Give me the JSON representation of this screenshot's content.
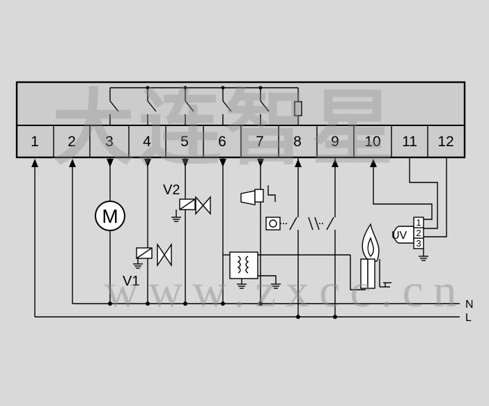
{
  "diagram": {
    "terminals": [
      "1",
      "2",
      "3",
      "4",
      "5",
      "6",
      "7",
      "8",
      "9",
      "10",
      "11",
      "12"
    ],
    "uv_pins": [
      "1",
      "2",
      "3"
    ],
    "labels": {
      "motor": "M",
      "valve1": "V1",
      "valve2": "V2",
      "uv_sensor": "UV",
      "neutral": "N",
      "line": "L"
    }
  },
  "watermark": {
    "chinese": "大连智星",
    "url": "www.zxcc.cn"
  },
  "colors": {
    "background": "#d9d9d9",
    "panel": "#cfcfcf",
    "line": "#000000"
  }
}
